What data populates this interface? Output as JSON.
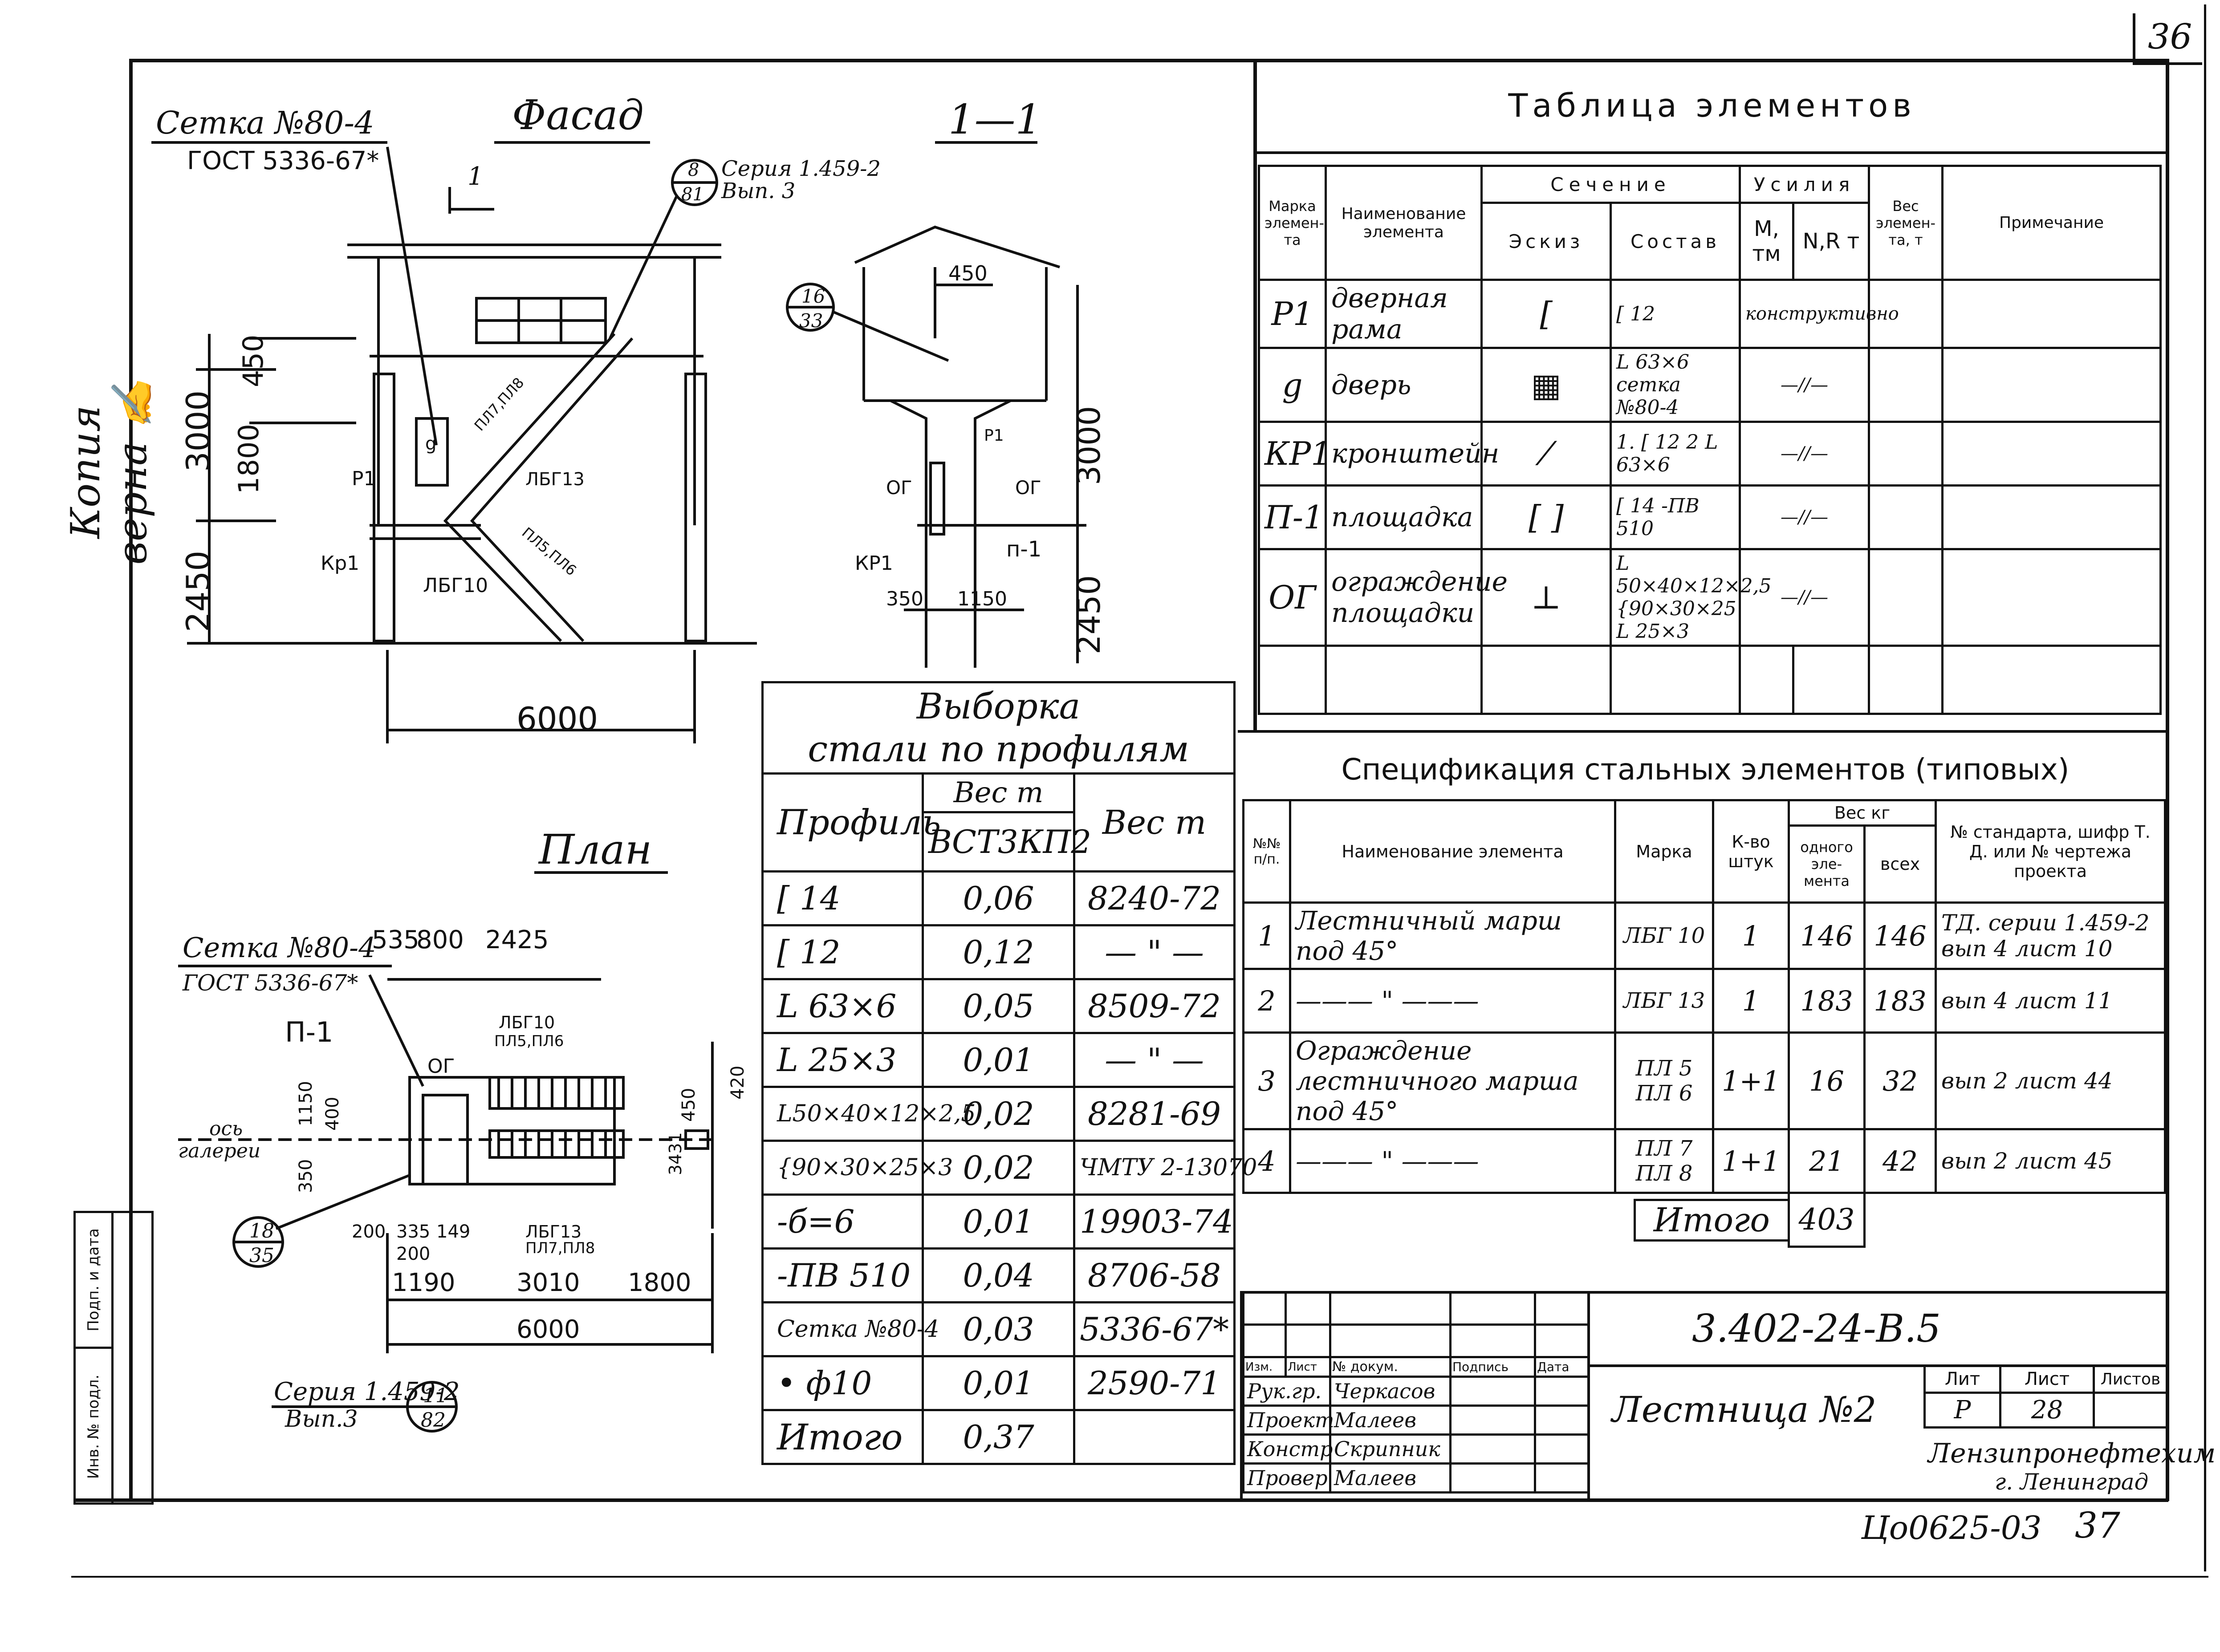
{
  "sheet": {
    "page_number": "36",
    "archive_number": "Цо0625-03",
    "archive_page": "37",
    "copy_note": "Копия верна"
  },
  "facade": {
    "title": "Фасад",
    "mesh": "Сетка №80-4",
    "gost": "ГОСТ 5336-67*",
    "series_ref": "Серия 1.459-2",
    "series_issue": "Вып. 3",
    "callout_top": "8",
    "callout_bottom": "81",
    "section_mark": "1",
    "dims": {
      "d450": "450",
      "d3000": "3000",
      "d1800": "1800",
      "d2450": "2450",
      "d6000": "6000"
    },
    "labels": {
      "r1": "Р1",
      "kr1": "Кр1",
      "g": "g",
      "lbg13": "ЛБГ13",
      "lbg10": "ЛБГ10",
      "pl78": "ПЛ7,ПЛ8",
      "pl56": "ПЛ5,ПЛ6"
    }
  },
  "section": {
    "title": "1—1",
    "callout_top": "16",
    "callout_bottom": "33",
    "dims": {
      "d450": "450",
      "d3000": "3000",
      "d2450": "2450",
      "d350": "350",
      "d1150": "1150"
    },
    "labels": {
      "og_left": "ОГ",
      "og_right": "ОГ",
      "p1": "Р1",
      "kr1": "КР1",
      "n1": "п-1"
    }
  },
  "plan": {
    "title": "План",
    "mesh": "Сетка №80-4",
    "gost": "ГОСТ 5336-67*",
    "series_ref": "Серия 1.459-2",
    "series_issue": "Вып.3",
    "callout_left_top": "18",
    "callout_left_bottom": "35",
    "callout_right_top": "11",
    "callout_right_bottom": "82",
    "axis": "ось",
    "gallery": "галереи",
    "dims": {
      "d535": "535",
      "d800": "800",
      "d2425": "2425",
      "d1190": "1190",
      "d3010": "3010",
      "d1800": "1800",
      "d6000": "6000",
      "d200": "200",
      "d200b": "200",
      "d335": "335",
      "d149": "149",
      "d1150": "1150",
      "d400": "400",
      "d350": "350",
      "d450": "450",
      "d3431": "3431",
      "d420": "420"
    },
    "labels": {
      "n1": "П-1",
      "og": "ОГ",
      "lbg10": "ЛБГ10",
      "pl56": "ПЛ5,ПЛ6",
      "lbg13": "ЛБГ13",
      "pl78": "ПЛ7,ПЛ8"
    }
  },
  "selection": {
    "title_line1": "Выборка",
    "title_line2": "стали по профилям",
    "col_profile": "Профиль",
    "col_weight_group": "Вес т",
    "col_grade": "ВСТ3КП2",
    "col_weight": "Вес т",
    "rows": [
      {
        "profile": "[ 14",
        "weight": "0,06",
        "std": "8240-72"
      },
      {
        "profile": "[ 12",
        "weight": "0,12",
        "std": "— \" —"
      },
      {
        "profile": "L 63×6",
        "weight": "0,05",
        "std": "8509-72"
      },
      {
        "profile": "L 25×3",
        "weight": "0,01",
        "std": "— \" —"
      },
      {
        "profile": "L50×40×12×2,5",
        "weight": "0,02",
        "std": "8281-69"
      },
      {
        "profile": "{90×30×25×3",
        "weight": "0,02",
        "std": "ЧМТУ 2-13070"
      },
      {
        "profile": "-б=6",
        "weight": "0,01",
        "std": "19903-74"
      },
      {
        "profile": "-ПВ 510",
        "weight": "0,04",
        "std": "8706-58"
      },
      {
        "profile": "Сетка №80-4",
        "weight": "0,03",
        "std": "5336-67*"
      },
      {
        "profile": "• ф10",
        "weight": "0,01",
        "std": "2590-71"
      }
    ],
    "total_label": "Итого",
    "total_weight": "0,37"
  },
  "elements": {
    "title": "Таблица элементов",
    "headers": {
      "mark": "Марка элемен-та",
      "name": "Наименование элемента",
      "section": "Сечение",
      "sketch": "Эскиз",
      "composition": "Состав",
      "forces": "Усилия",
      "m": "М, тм",
      "nr": "N,R т",
      "weight": "Вес элемен-та, т",
      "note": "Примечание"
    },
    "rows": [
      {
        "mark": "Р1",
        "name": "дверная рама",
        "sketch": "[",
        "composition": "[ 12",
        "forces": "конструктивно"
      },
      {
        "mark": "g",
        "name": "дверь",
        "sketch": "▦",
        "composition": "L 63×6 сетка №80-4",
        "forces": "—//—"
      },
      {
        "mark": "КР1",
        "name": "кронштейн",
        "sketch": "⁄",
        "composition": "1. [ 12  2 L 63×6",
        "forces": "—//—"
      },
      {
        "mark": "П-1",
        "name": "площадка",
        "sketch": "[ ]",
        "composition": "[ 14  -ПВ 510",
        "forces": "—//—"
      },
      {
        "mark": "ОГ",
        "name": "ограждение площадки",
        "sketch": "⊥",
        "composition": "L 50×40×12×2,5  {90×30×25  L 25×3",
        "forces": "—//—"
      }
    ]
  },
  "spec": {
    "title": "Спецификация стальных элементов (типовых)",
    "headers": {
      "num": "№№ п/п.",
      "name": "Наименование элемента",
      "mark": "Марка",
      "qty": "К-во штук",
      "weight_group": "Вес кг",
      "one": "одного эле-мента",
      "all": "всех",
      "standard": "№ стандарта, шифр Т. Д. или № чертежа проекта"
    },
    "rows": [
      {
        "num": "1",
        "name": "Лестничный марш под 45°",
        "mark": "ЛБГ 10",
        "qty": "1",
        "one": "146",
        "all": "146",
        "std": "ТД. серии 1.459-2 вып 4  лист 10"
      },
      {
        "num": "2",
        "name": "——— \" ———",
        "mark": "ЛБГ 13",
        "qty": "1",
        "one": "183",
        "all": "183",
        "std": "вып 4  лист 11"
      },
      {
        "num": "3",
        "name": "Ограждение лестничного марша под 45°",
        "mark": "ПЛ 5 ПЛ 6",
        "qty": "1+1",
        "one": "16",
        "all": "32",
        "std": "вып 2  лист 44"
      },
      {
        "num": "4",
        "name": "——— \" ———",
        "mark": "ПЛ 7 ПЛ 8",
        "qty": "1+1",
        "one": "21",
        "all": "42",
        "std": "вып 2  лист 45"
      }
    ],
    "total_label": "Итого",
    "total": "403"
  },
  "title_block": {
    "code": "3.402-24-В.5",
    "drawing_name": "Лестница №2",
    "h_change": "Изм.",
    "h_sheet": "Лист",
    "h_doc": "№ докум.",
    "h_sign": "Подпись",
    "h_date": "Дата",
    "roles": [
      {
        "role": "Рук.гр.",
        "name": "Черкасов"
      },
      {
        "role": "Проект",
        "name": "Малеев"
      },
      {
        "role": "Констр",
        "name": "Скрипник"
      },
      {
        "role": "Провер",
        "name": "Малеев"
      }
    ],
    "lit_label": "Лит",
    "sheet_label": "Лист",
    "sheets_label": "Листов",
    "lit": "Р",
    "sheet": "28",
    "org": "Лензипронефтехим",
    "city": "г. Ленинград"
  },
  "side_stamp": {
    "inv": "Инв. № подл.",
    "sign": "Подп. и дата"
  }
}
